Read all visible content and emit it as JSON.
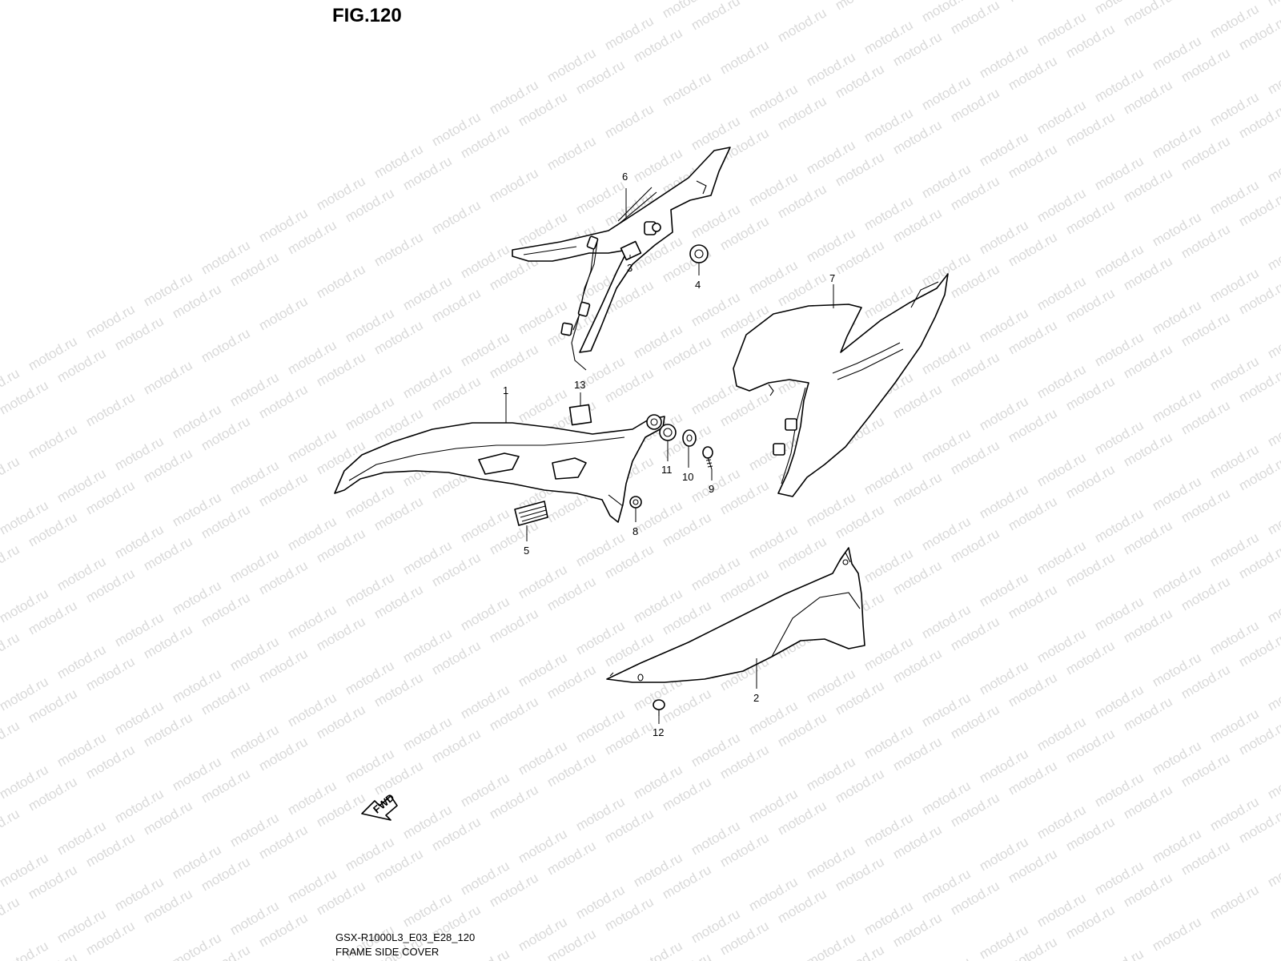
{
  "figure": {
    "title": "FIG.120",
    "model_code": "GSX-R1000L3_E03_E28_120",
    "section_name": "FRAME SIDE COVER"
  },
  "watermark": {
    "text": "motod.ru",
    "color": "#d9d9d9"
  },
  "callouts": [
    "1",
    "2",
    "3",
    "4",
    "5",
    "6",
    "7",
    "8",
    "9",
    "10",
    "11",
    "12",
    "13"
  ],
  "direction_badge": {
    "label": "FWD",
    "icon": "arrow-left-icon"
  },
  "colors": {
    "line": "#000000",
    "background": "#ffffff"
  }
}
